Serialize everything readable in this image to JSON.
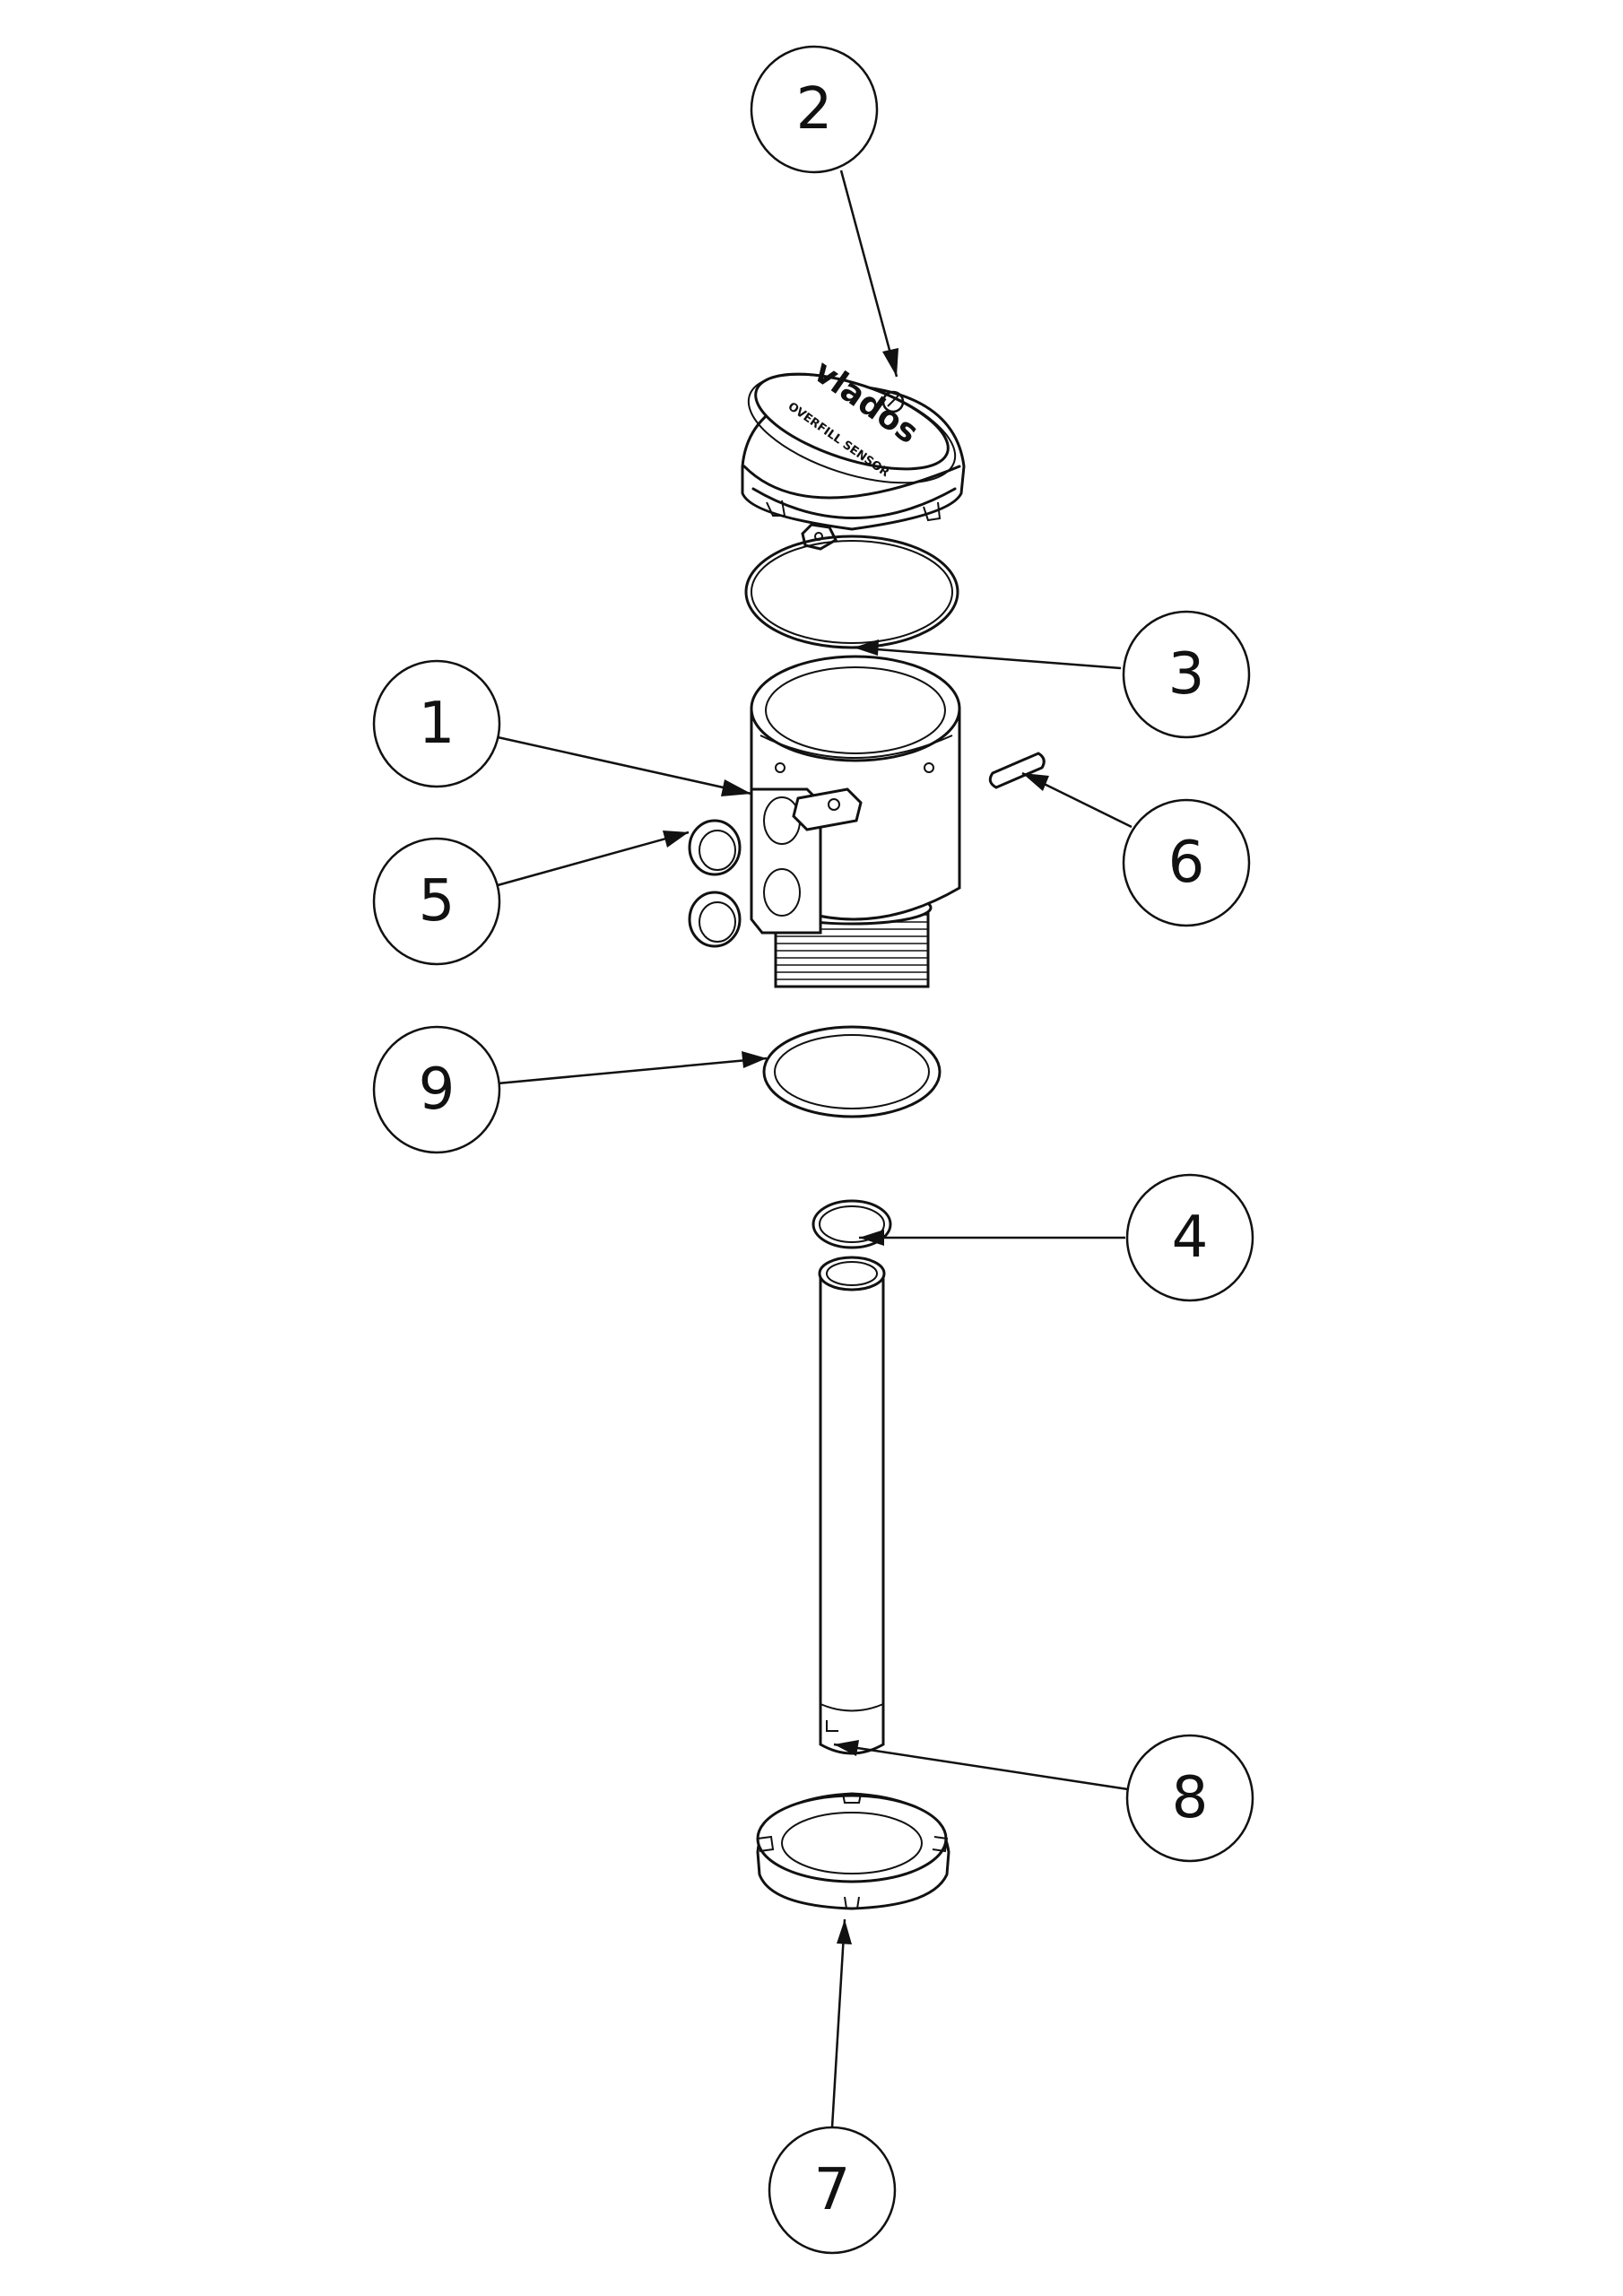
{
  "balloons": [
    {
      "label": "2"
    },
    {
      "label": "3"
    },
    {
      "label": "1"
    },
    {
      "label": "6"
    },
    {
      "label": "5"
    },
    {
      "label": "9"
    },
    {
      "label": "4"
    },
    {
      "label": "8"
    },
    {
      "label": "7"
    }
  ],
  "cap": {
    "brand": "vlados",
    "subtitle": "OVERFILL SENSOR"
  }
}
